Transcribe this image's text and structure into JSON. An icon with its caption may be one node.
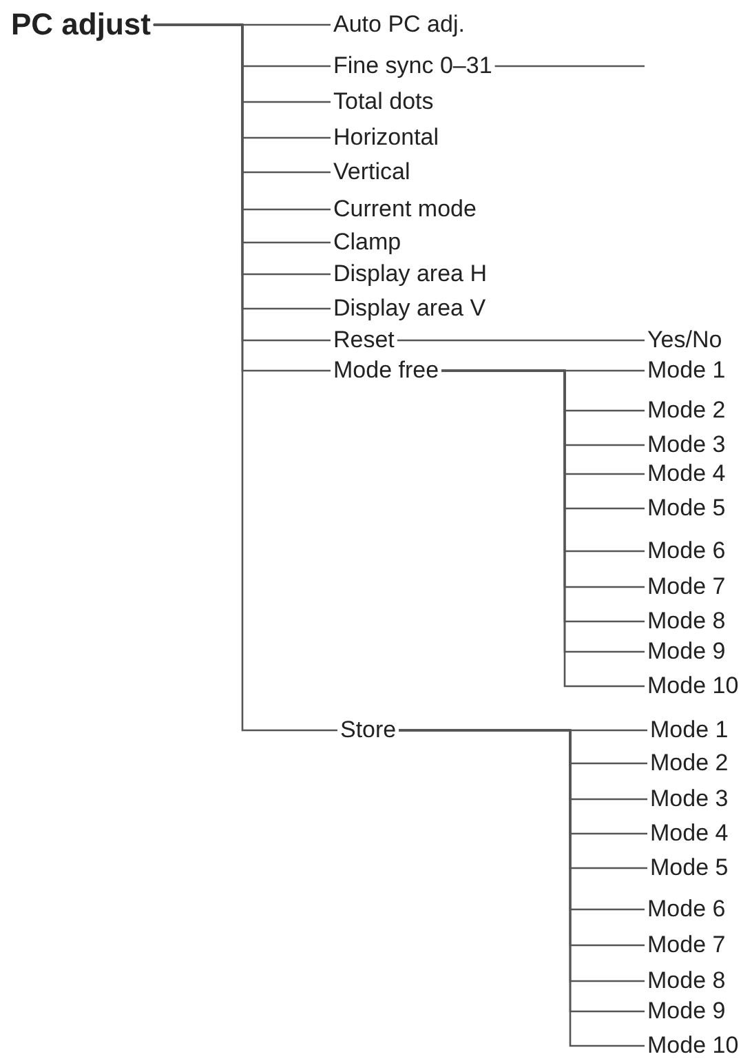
{
  "diagram": {
    "nodes": [
      {
        "text": [
          "PC adjust"
        ]
      },
      {
        "text": [
          "Auto PC adj."
        ]
      },
      {
        "text": [
          "Fine sync 0–31"
        ]
      },
      {
        "text": [
          "Total dots"
        ]
      },
      {
        "text": [
          "Horizontal"
        ]
      },
      {
        "text": [
          "Vertical"
        ]
      },
      {
        "text": [
          "Current mode"
        ]
      },
      {
        "text": [
          "Clamp"
        ]
      },
      {
        "text": [
          "Display area H"
        ]
      },
      {
        "text": [
          "Display area V"
        ]
      },
      {
        "text": [
          "Reset"
        ]
      },
      {
        "text": [
          "Yes/No"
        ]
      },
      {
        "text": [
          "Mode free"
        ]
      },
      {
        "text": [
          "Mode 1"
        ]
      },
      {
        "text": [
          "Mode 2"
        ]
      },
      {
        "text": [
          "Mode 3"
        ]
      },
      {
        "text": [
          "Mode 4"
        ]
      },
      {
        "text": [
          "Mode 5"
        ]
      },
      {
        "text": [
          "Mode 6"
        ]
      },
      {
        "text": [
          "Mode 7"
        ]
      },
      {
        "text": [
          "Mode 8"
        ]
      },
      {
        "text": [
          "Mode 9"
        ]
      },
      {
        "text": [
          "Mode 10"
        ]
      },
      {
        "text": [
          "Store"
        ]
      },
      {
        "text": [
          "Mode 1"
        ]
      },
      {
        "text": [
          "Mode 2"
        ]
      },
      {
        "text": [
          "Mode 3"
        ]
      },
      {
        "text": [
          "Mode 4"
        ]
      },
      {
        "text": [
          "Mode 5"
        ]
      },
      {
        "text": [
          "Mode 6"
        ]
      },
      {
        "text": [
          "Mode 7"
        ]
      },
      {
        "text": [
          "Mode 8"
        ]
      },
      {
        "text": [
          "Mode 9"
        ]
      },
      {
        "text": [
          "Mode 10"
        ]
      }
    ],
    "edges": [
      {
        "from": 0,
        "to": 1,
        "arrow": "none"
      },
      {
        "from": 0,
        "to": 2,
        "arrow": "none"
      },
      {
        "from": 2,
        "to": null,
        "arrow": "none"
      },
      {
        "from": 0,
        "to": 3,
        "arrow": "none"
      },
      {
        "from": 0,
        "to": 4,
        "arrow": "none"
      },
      {
        "from": 0,
        "to": 5,
        "arrow": "none"
      },
      {
        "from": 0,
        "to": 6,
        "arrow": "none"
      },
      {
        "from": 0,
        "to": 7,
        "arrow": "none"
      },
      {
        "from": 0,
        "to": 8,
        "arrow": "none"
      },
      {
        "from": 0,
        "to": 9,
        "arrow": "none"
      },
      {
        "from": 0,
        "to": 10,
        "arrow": "none"
      },
      {
        "from": 10,
        "to": 11,
        "arrow": "none"
      },
      {
        "from": 0,
        "to": 12,
        "arrow": "none"
      },
      {
        "from": 12,
        "to": 13,
        "arrow": "none"
      },
      {
        "from": 12,
        "to": 14,
        "arrow": "none"
      },
      {
        "from": 12,
        "to": 15,
        "arrow": "none"
      },
      {
        "from": 12,
        "to": 16,
        "arrow": "none"
      },
      {
        "from": 12,
        "to": 17,
        "arrow": "none"
      },
      {
        "from": 12,
        "to": 18,
        "arrow": "none"
      },
      {
        "from": 12,
        "to": 19,
        "arrow": "none"
      },
      {
        "from": 12,
        "to": 20,
        "arrow": "none"
      },
      {
        "from": 12,
        "to": 21,
        "arrow": "none"
      },
      {
        "from": 12,
        "to": 22,
        "arrow": "none"
      },
      {
        "from": 0,
        "to": 23,
        "arrow": "none"
      },
      {
        "from": 23,
        "to": 24,
        "arrow": "none"
      },
      {
        "from": 23,
        "to": 25,
        "arrow": "none"
      },
      {
        "from": 23,
        "to": 26,
        "arrow": "none"
      },
      {
        "from": 23,
        "to": 27,
        "arrow": "none"
      },
      {
        "from": 23,
        "to": 28,
        "arrow": "none"
      },
      {
        "from": 23,
        "to": 29,
        "arrow": "none"
      },
      {
        "from": 23,
        "to": 30,
        "arrow": "none"
      },
      {
        "from": 23,
        "to": 31,
        "arrow": "none"
      },
      {
        "from": 23,
        "to": 32,
        "arrow": "none"
      },
      {
        "from": 23,
        "to": 33,
        "arrow": "none"
      }
    ]
  }
}
